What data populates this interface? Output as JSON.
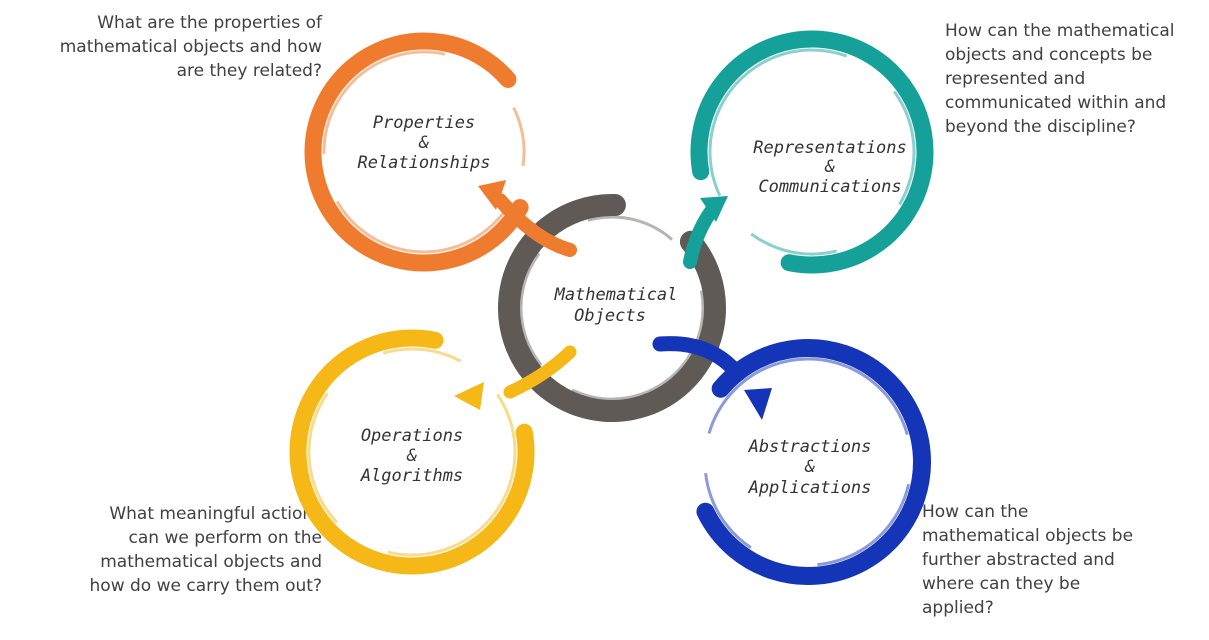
{
  "center": {
    "label_lines": [
      "Mathematical",
      "Objects"
    ],
    "color": "#5f5a56"
  },
  "circles": [
    {
      "key": "properties",
      "label_lines": [
        "Properties",
        "&",
        "Relationships"
      ],
      "color": "#ef7b2e",
      "question_lines": [
        "What are the properties of",
        "mathematical objects and how",
        "are they related?"
      ]
    },
    {
      "key": "representations",
      "label_lines": [
        "Representations",
        "&",
        "Communications"
      ],
      "color": "#15a19a",
      "question_lines": [
        "How can the mathematical",
        "objects and concepts be",
        "represented and",
        "communicated within and",
        "beyond the discipline?"
      ]
    },
    {
      "key": "operations",
      "label_lines": [
        "Operations",
        "&",
        "Algorithms"
      ],
      "color": "#f6b817",
      "question_lines": [
        "What meaningful actions",
        "can we perform on the",
        "mathematical objects and",
        "how do we carry them out?"
      ]
    },
    {
      "key": "abstractions",
      "label_lines": [
        "Abstractions",
        "&",
        "Applications"
      ],
      "color": "#1535b8",
      "question_lines": [
        "How can the",
        "mathematical objects be",
        "further abstracted and",
        "where can they be",
        "applied?"
      ]
    }
  ]
}
